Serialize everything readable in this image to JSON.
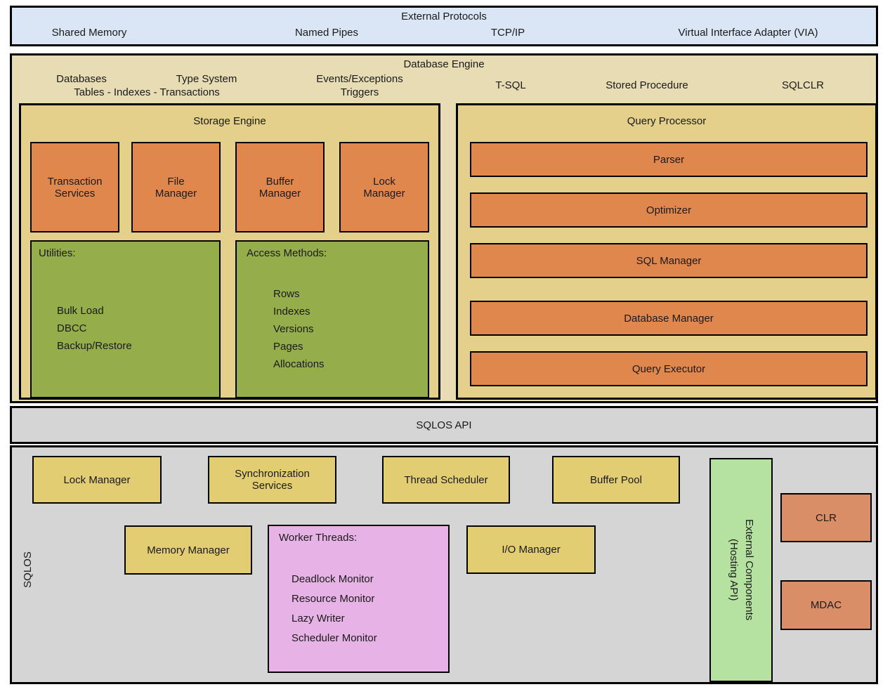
{
  "external_protocols": {
    "title": "External Protocols",
    "items": [
      "Shared Memory",
      "Named Pipes",
      "TCP/IP",
      "Virtual Interface Adapter (VIA)"
    ]
  },
  "database_engine": {
    "title": "Database Engine",
    "labels_line1": [
      "Databases",
      "Type System",
      "Events/Exceptions"
    ],
    "labels_line2": [
      "Tables - Indexes - Transactions",
      "Triggers"
    ],
    "labels_right": [
      "T-SQL",
      "Stored Procedure",
      "SQLCLR"
    ],
    "storage_engine": {
      "title": "Storage Engine",
      "boxes": [
        "Transaction\nServices",
        "File\nManager",
        "Buffer\nManager",
        "Lock\nManager"
      ],
      "utilities": {
        "title": "Utilities:",
        "items": "Bulk Load\nDBCC\nBackup/Restore"
      },
      "access_methods": {
        "title": "Access Methods:",
        "items": "Rows\nIndexes\nVersions\nPages\nAllocations"
      }
    },
    "query_processor": {
      "title": "Query Processor",
      "boxes": [
        "Parser",
        "Optimizer",
        "SQL Manager",
        "Database Manager",
        "Query Executor"
      ]
    }
  },
  "sqlos_api": {
    "title": "SQLOS API"
  },
  "sqlos": {
    "side_label": "SQLOS",
    "row1": [
      "Lock Manager",
      "Synchronization\nServices",
      "Thread Scheduler",
      "Buffer Pool"
    ],
    "memory_manager": "Memory Manager",
    "io_manager": "I/O Manager",
    "worker_threads": {
      "title": "Worker Threads:",
      "items": "Deadlock Monitor\nResource Monitor\nLazy Writer\nScheduler Monitor"
    },
    "external_components": "External Components\n(Hosting API)",
    "clr": "CLR",
    "mdac": "MDAC"
  },
  "colors": {
    "protocol_band": "#dae6f5",
    "engine_bg": "#e8dcb5",
    "subpanel_bg": "#e4cf8b",
    "component_orange": "#e0874e",
    "list_green": "#96ad4c",
    "sqlos_gray": "#d5d5d5",
    "sqlos_yellow": "#e3cd72",
    "worker_pink": "#e7b3e6",
    "hosting_green": "#b6e2a1",
    "external_salmon": "#d98e67"
  }
}
